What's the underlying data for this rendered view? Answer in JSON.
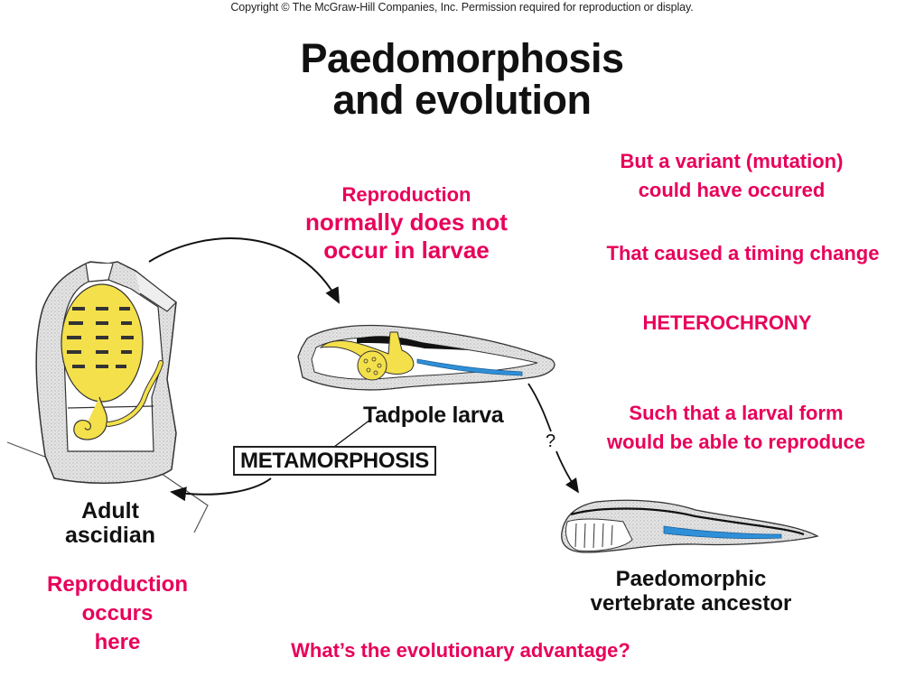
{
  "header": {
    "copyright": "Copyright © The McGraw-Hill Companies, Inc. Permission required for reproduction or display.",
    "title_line1": "Paedomorphosis",
    "title_line2": "and evolution"
  },
  "colors": {
    "annotation": "#e8005a",
    "text": "#111111",
    "organ_yellow": "#f4e04a",
    "notochord_blue": "#2f8fd8",
    "tunic_gray": "#d9d9d9"
  },
  "diagram": {
    "adult_label_line1": "Adult",
    "adult_label_line2": "ascidian",
    "larva_label": "Tadpole larva",
    "metamorphosis_label": "METAMORPHOSIS",
    "question_mark": "?",
    "ancestor_label_line1": "Paedomorphic",
    "ancestor_label_line2": "vertebrate ancestor"
  },
  "annotations": {
    "larvae_note": [
      "Reproduction",
      "normally does not",
      "occur in larvae"
    ],
    "adult_note": [
      "Reproduction",
      "occurs",
      "here"
    ],
    "variant_note": [
      "But a variant (mutation)",
      "could have occured"
    ],
    "timing_note": "That caused a timing change",
    "heterochrony": "HETEROCHRONY",
    "larval_form_note": [
      "Such that a larval form",
      "would be able to reproduce"
    ],
    "question": "What’s the evolutionary advantage?"
  }
}
